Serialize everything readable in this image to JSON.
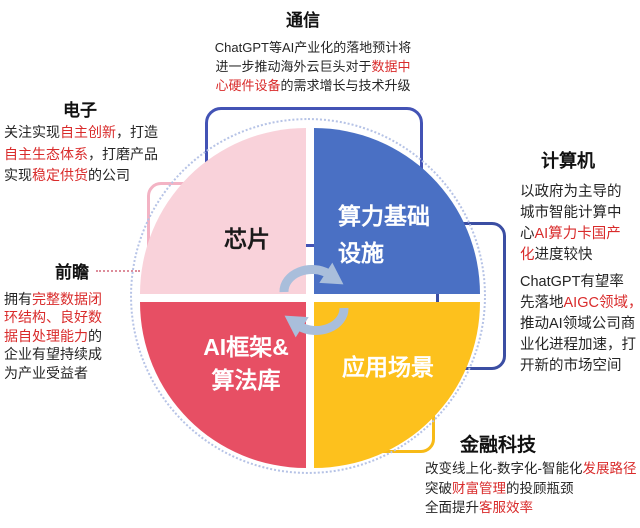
{
  "colors": {
    "red_text": "#d92b2b",
    "quad_pink": "#f9d2da",
    "quad_blue": "#4a70c4",
    "quad_red": "#e74f64",
    "quad_yellow": "#fdc11d",
    "bracket_blue_top": "#4353b5",
    "bracket_blue_right": "#3b4ea3",
    "bracket_pink": "#f3b3c4",
    "bracket_yellow": "#f7ba17",
    "dotted_ring": "#b6c3e6",
    "cycle_arrow": "#a9bedb"
  },
  "pie": {
    "chip_label": "芯片",
    "infra_line1": "算力基础",
    "infra_line2": "设施",
    "framework_line1": "AI框架&",
    "framework_line2": "算法库",
    "application_label": "应用场景"
  },
  "sections": {
    "telecom": {
      "title": "通信",
      "lines": [
        [
          {
            "t": "ChatGPT等AI产业化的落地预计将"
          }
        ],
        [
          {
            "t": "进一步推动海外云巨头对于"
          },
          {
            "t": "数据中",
            "r": 1
          }
        ],
        [
          {
            "t": "心硬件设备",
            "r": 1
          },
          {
            "t": "的需求增长与技术升级"
          }
        ]
      ]
    },
    "electronics": {
      "title": "电子",
      "lines": [
        [
          {
            "t": "关注实现"
          },
          {
            "t": "自主创新",
            "r": 1
          },
          {
            "t": "，打造"
          }
        ],
        [
          {
            "t": "自主生态体系",
            "r": 1
          },
          {
            "t": "，打磨产品"
          }
        ],
        [
          {
            "t": "实现"
          },
          {
            "t": "稳定供货",
            "r": 1
          },
          {
            "t": "的公司"
          }
        ]
      ]
    },
    "foresight": {
      "title": "前瞻",
      "lines": [
        [
          {
            "t": "拥有"
          },
          {
            "t": "完整数据闭",
            "r": 1
          }
        ],
        [
          {
            "t": "环结构、良好数",
            "r": 1
          }
        ],
        [
          {
            "t": "据自处理能力",
            "r": 1
          },
          {
            "t": "的"
          }
        ],
        [
          {
            "t": "企业有望持续成"
          }
        ],
        [
          {
            "t": "为产业受益者"
          }
        ]
      ]
    },
    "computer": {
      "title": "计算机",
      "para1": [
        [
          {
            "t": "以政府为主导的"
          }
        ],
        [
          {
            "t": "城市智能计算中"
          }
        ],
        [
          {
            "t": "心"
          },
          {
            "t": "AI算力卡国产",
            "r": 1
          }
        ],
        [
          {
            "t": "化",
            "r": 1
          },
          {
            "t": "进度较快"
          }
        ]
      ],
      "para2": [
        [
          {
            "t": "ChatGPT有望率"
          }
        ],
        [
          {
            "t": "先落地"
          },
          {
            "t": "AIGC领域，",
            "r": 1
          }
        ],
        [
          {
            "t": "推动AI领域公司商"
          }
        ],
        [
          {
            "t": "业化进程加速，打"
          }
        ],
        [
          {
            "t": "开新的市场空间"
          }
        ]
      ]
    },
    "fintech": {
      "title": "金融科技",
      "lines": [
        [
          {
            "t": "改变线上化-数字化-智能化"
          },
          {
            "t": "发展路径",
            "r": 1
          }
        ],
        [
          {
            "t": "突破"
          },
          {
            "t": "财富管理",
            "r": 1
          },
          {
            "t": "的投顾瓶颈"
          }
        ],
        [
          {
            "t": "全面提升"
          },
          {
            "t": "客服效率",
            "r": 1
          }
        ]
      ]
    }
  }
}
